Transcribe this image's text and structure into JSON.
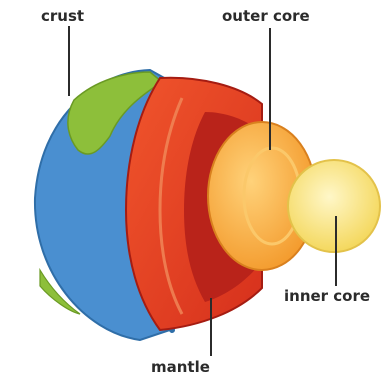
{
  "labels": {
    "crust": "crust",
    "outer_core": "outer core",
    "inner_core": "inner core",
    "mantle": "mantle"
  },
  "colors": {
    "ocean": "#4a90d0",
    "land": "#8dbf3a",
    "mantle": "#e63b22",
    "mantle_dark": "#b9231a",
    "outer_core": "#f7a83c",
    "inner_core": "#f8e58a",
    "leader_line": "#2b2b2b"
  }
}
